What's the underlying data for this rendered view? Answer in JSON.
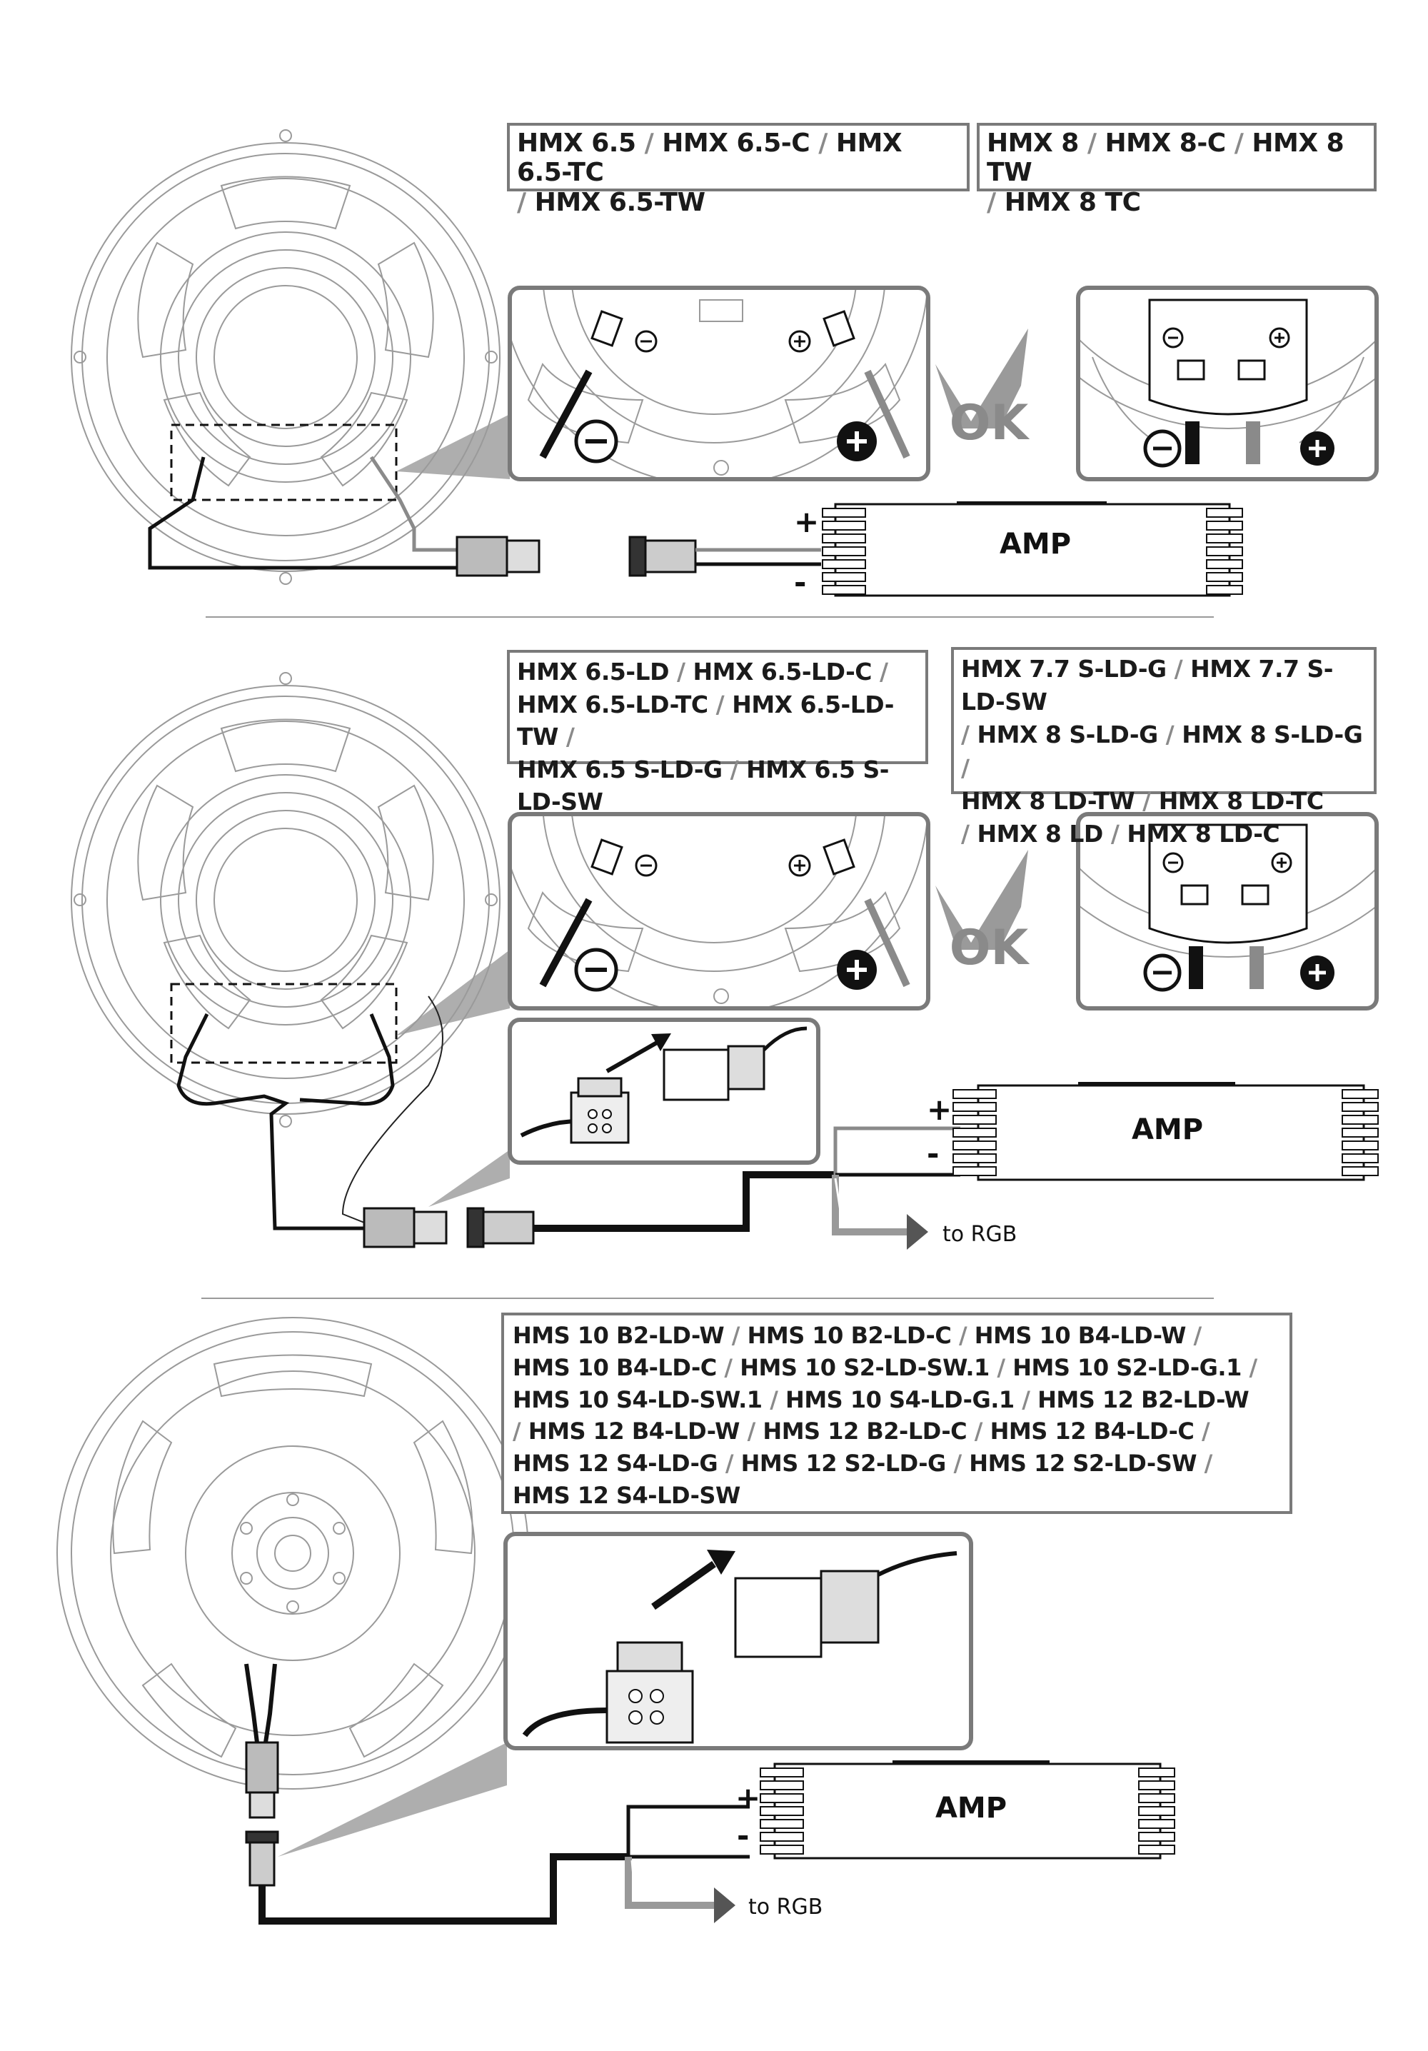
{
  "section1": {
    "models_a": [
      "HMX 6.5",
      "HMX 6.5-C",
      "HMX 6.5-TC",
      "HMX 6.5-TW"
    ],
    "models_b": [
      "HMX 8",
      "HMX 8-C",
      "HMX 8 TW",
      "HMX 8 TC"
    ],
    "amp_label": "AMP",
    "plus": "+",
    "minus": "-",
    "ok": "OK"
  },
  "section2": {
    "models_a": [
      "HMX 6.5-LD",
      "HMX 6.5-LD-C",
      "HMX 6.5-LD-TC",
      "HMX 6.5-LD-TW",
      "HMX 6.5 S-LD-G",
      "HMX 6.5 S-LD-SW"
    ],
    "models_b": [
      "HMX 7.7 S-LD-G",
      "HMX 7.7 S-LD-SW",
      "HMX 8 S-LD-G",
      "HMX 8 S-LD-G",
      "HMX 8 LD-TW",
      "HMX 8 LD-TC",
      "HMX 8 LD",
      "HMX 8 LD-C"
    ],
    "amp_label": "AMP",
    "plus": "+",
    "minus": "-",
    "ok": "OK",
    "rgb_label": "to RGB"
  },
  "section3": {
    "models": [
      "HMS 10 B2-LD-W",
      "HMS 10 B2-LD-C",
      "HMS 10 B4-LD-W",
      "HMS 10 B4-LD-C",
      "HMS 10 S2-LD-SW.1",
      "HMS 10 S2-LD-G.1",
      "HMS 10 S4-LD-SW.1",
      "HMS 10 S4-LD-G.1",
      "HMS 12 B2-LD-W",
      "HMS 12 B4-LD-W",
      "HMS 12 B2-LD-C",
      "HMS 12 B4-LD-C",
      "HMS 12 S4-LD-G",
      "HMS 12 S2-LD-G",
      "HMS 12 S2-LD-SW",
      "HMS 12 S4-LD-SW"
    ],
    "amp_label": "AMP",
    "plus": "+",
    "minus": "-",
    "rgb_label": "to RGB"
  },
  "colors": {
    "frame": "#7a7a7a",
    "wire_black": "#111111",
    "wire_gray": "#8a8a8a",
    "line": "#9a9a9a"
  }
}
